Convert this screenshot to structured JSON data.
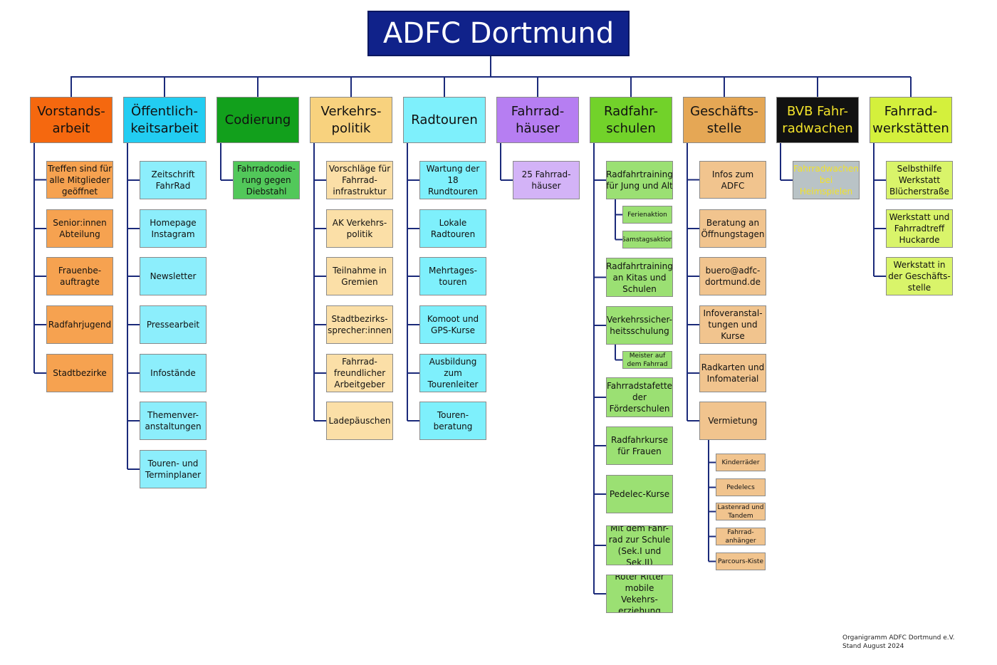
{
  "title": "ADFC Dortmund",
  "footer": "Organigramm ADFC Dortmund e.V.\nStand August 2024",
  "colors": {
    "line": "#1b2a7a",
    "title_bg": "#10228a"
  },
  "columns": [
    {
      "label": "Vorstands-\narbeit",
      "color": "#f5680f",
      "text_color": "#111111",
      "child_color": "#f6a250",
      "items": [
        {
          "label": "Treffen sind für\nalle Mitglieder\ngeöffnet"
        },
        {
          "label": "Senior:innen\nAbteilung"
        },
        {
          "label": "Frauenbe-\nauftragte"
        },
        {
          "label": "Radfahrjugend"
        },
        {
          "label": "Stadtbezirke"
        }
      ]
    },
    {
      "label": "Öffentlich-\nkeitsarbeit",
      "color": "#22cdf2",
      "text_color": "#111111",
      "child_color": "#8ceefc",
      "items": [
        {
          "label": "Zeitschrift\nFahrRad"
        },
        {
          "label": "Homepage\nInstagram"
        },
        {
          "label": "Newsletter"
        },
        {
          "label": "Pressearbeit"
        },
        {
          "label": "Infostände"
        },
        {
          "label": "Themenver-\nanstaltungen"
        },
        {
          "label": "Touren- und\nTerminplaner"
        }
      ]
    },
    {
      "label": "Codierung",
      "color": "#12a01c",
      "text_color": "#111111",
      "child_color": "#52c85a",
      "items": [
        {
          "label": "Fahrradcodie-\nrung gegen\nDiebstahl"
        }
      ]
    },
    {
      "label": "Verkehrs-\npolitik",
      "color": "#f8d27e",
      "text_color": "#111111",
      "child_color": "#fbdfa7",
      "items": [
        {
          "label": "Vorschläge für\nFahrrad-\ninfrastruktur"
        },
        {
          "label": "AK Verkehrs-\npolitik"
        },
        {
          "label": "Teilnahme in\nGremien"
        },
        {
          "label": "Stadtbezirks-\nsprecher:innen"
        },
        {
          "label": "Fahrrad-\nfreundlicher\nArbeitgeber"
        },
        {
          "label": "Ladepäuschen"
        }
      ]
    },
    {
      "label": "Radtouren",
      "color": "#7ef0fc",
      "text_color": "#111111",
      "child_color": "#7ef0fc",
      "items": [
        {
          "label": "Wartung der 18\nRundtouren"
        },
        {
          "label": "Lokale\nRadtouren"
        },
        {
          "label": "Mehrtages-\ntouren"
        },
        {
          "label": "Komoot und\nGPS-Kurse"
        },
        {
          "label": "Ausbildung zum\nTourenleiter"
        },
        {
          "label": "Touren-\nberatung"
        }
      ]
    },
    {
      "label": "Fahrrad-\nhäuser",
      "color": "#b67ef2",
      "text_color": "#111111",
      "child_color": "#d3b3f7",
      "items": [
        {
          "label": "25 Fahrrad-\nhäuser"
        }
      ]
    },
    {
      "label": "Radfahr-\nschulen",
      "color": "#72d22a",
      "text_color": "#111111",
      "child_color": "#9be073",
      "items": [
        {
          "label": "Radfahrtraining\nfür Jung und Alt",
          "subs": [
            {
              "label": "Ferienaktion"
            },
            {
              "label": "Samstagsaktion"
            }
          ]
        },
        {
          "label": "Radfahrtraining\nan Kitas und\nSchulen"
        },
        {
          "label": "Verkehrssicher-\nheitsschulung",
          "subs": [
            {
              "label": "Meister auf\ndem Fahrrad"
            }
          ]
        },
        {
          "label": "Fahrradstafette\nder\nFörderschulen"
        },
        {
          "label": "Radfahrkurse\nfür Frauen"
        },
        {
          "label": "Pedelec-Kurse"
        },
        {
          "label": "Mit dem Fahr-\nrad zur Schule\n(Sek.I und Sek.II)"
        },
        {
          "label": "Roter Ritter\nmobile Vekehrs-\nerziehung"
        }
      ]
    },
    {
      "label": "Geschäfts-\nstelle",
      "color": "#e5a755",
      "text_color": "#111111",
      "child_color": "#f1c48e",
      "items": [
        {
          "label": "Infos zum ADFC"
        },
        {
          "label": "Beratung an\nÖffnungstagen"
        },
        {
          "label": "buero@adfc-\ndortmund.de"
        },
        {
          "label": "Infoveranstal-\ntungen und\nKurse"
        },
        {
          "label": "Radkarten und\nInfomaterial"
        },
        {
          "label": "Vermietung",
          "subs": [
            {
              "label": "Kinderräder"
            },
            {
              "label": "Pedelecs"
            },
            {
              "label": "Lastenrad und\nTandem"
            },
            {
              "label": "Fahrrad-\nanhänger"
            },
            {
              "label": "Parcours-Kiste"
            }
          ]
        }
      ]
    },
    {
      "label": "BVB Fahr-\nradwachen",
      "color": "#111111",
      "text_color": "#f2e22a",
      "child_color": "#b9c3c6",
      "child_text_color": "#f2e22a",
      "items": [
        {
          "label": "Fahrradwachen\nbei Heimspielen"
        }
      ]
    },
    {
      "label": "Fahrrad-\nwerkstätten",
      "color": "#d4f03c",
      "text_color": "#111111",
      "child_color": "#d9f46a",
      "items": [
        {
          "label": "Selbsthilfe\nWerkstatt\nBlücherstraße"
        },
        {
          "label": "Werkstatt und\nFahrradtreff\nHuckarde"
        },
        {
          "label": "Werkstatt in\nder Geschäfts-\nstelle"
        }
      ]
    }
  ]
}
